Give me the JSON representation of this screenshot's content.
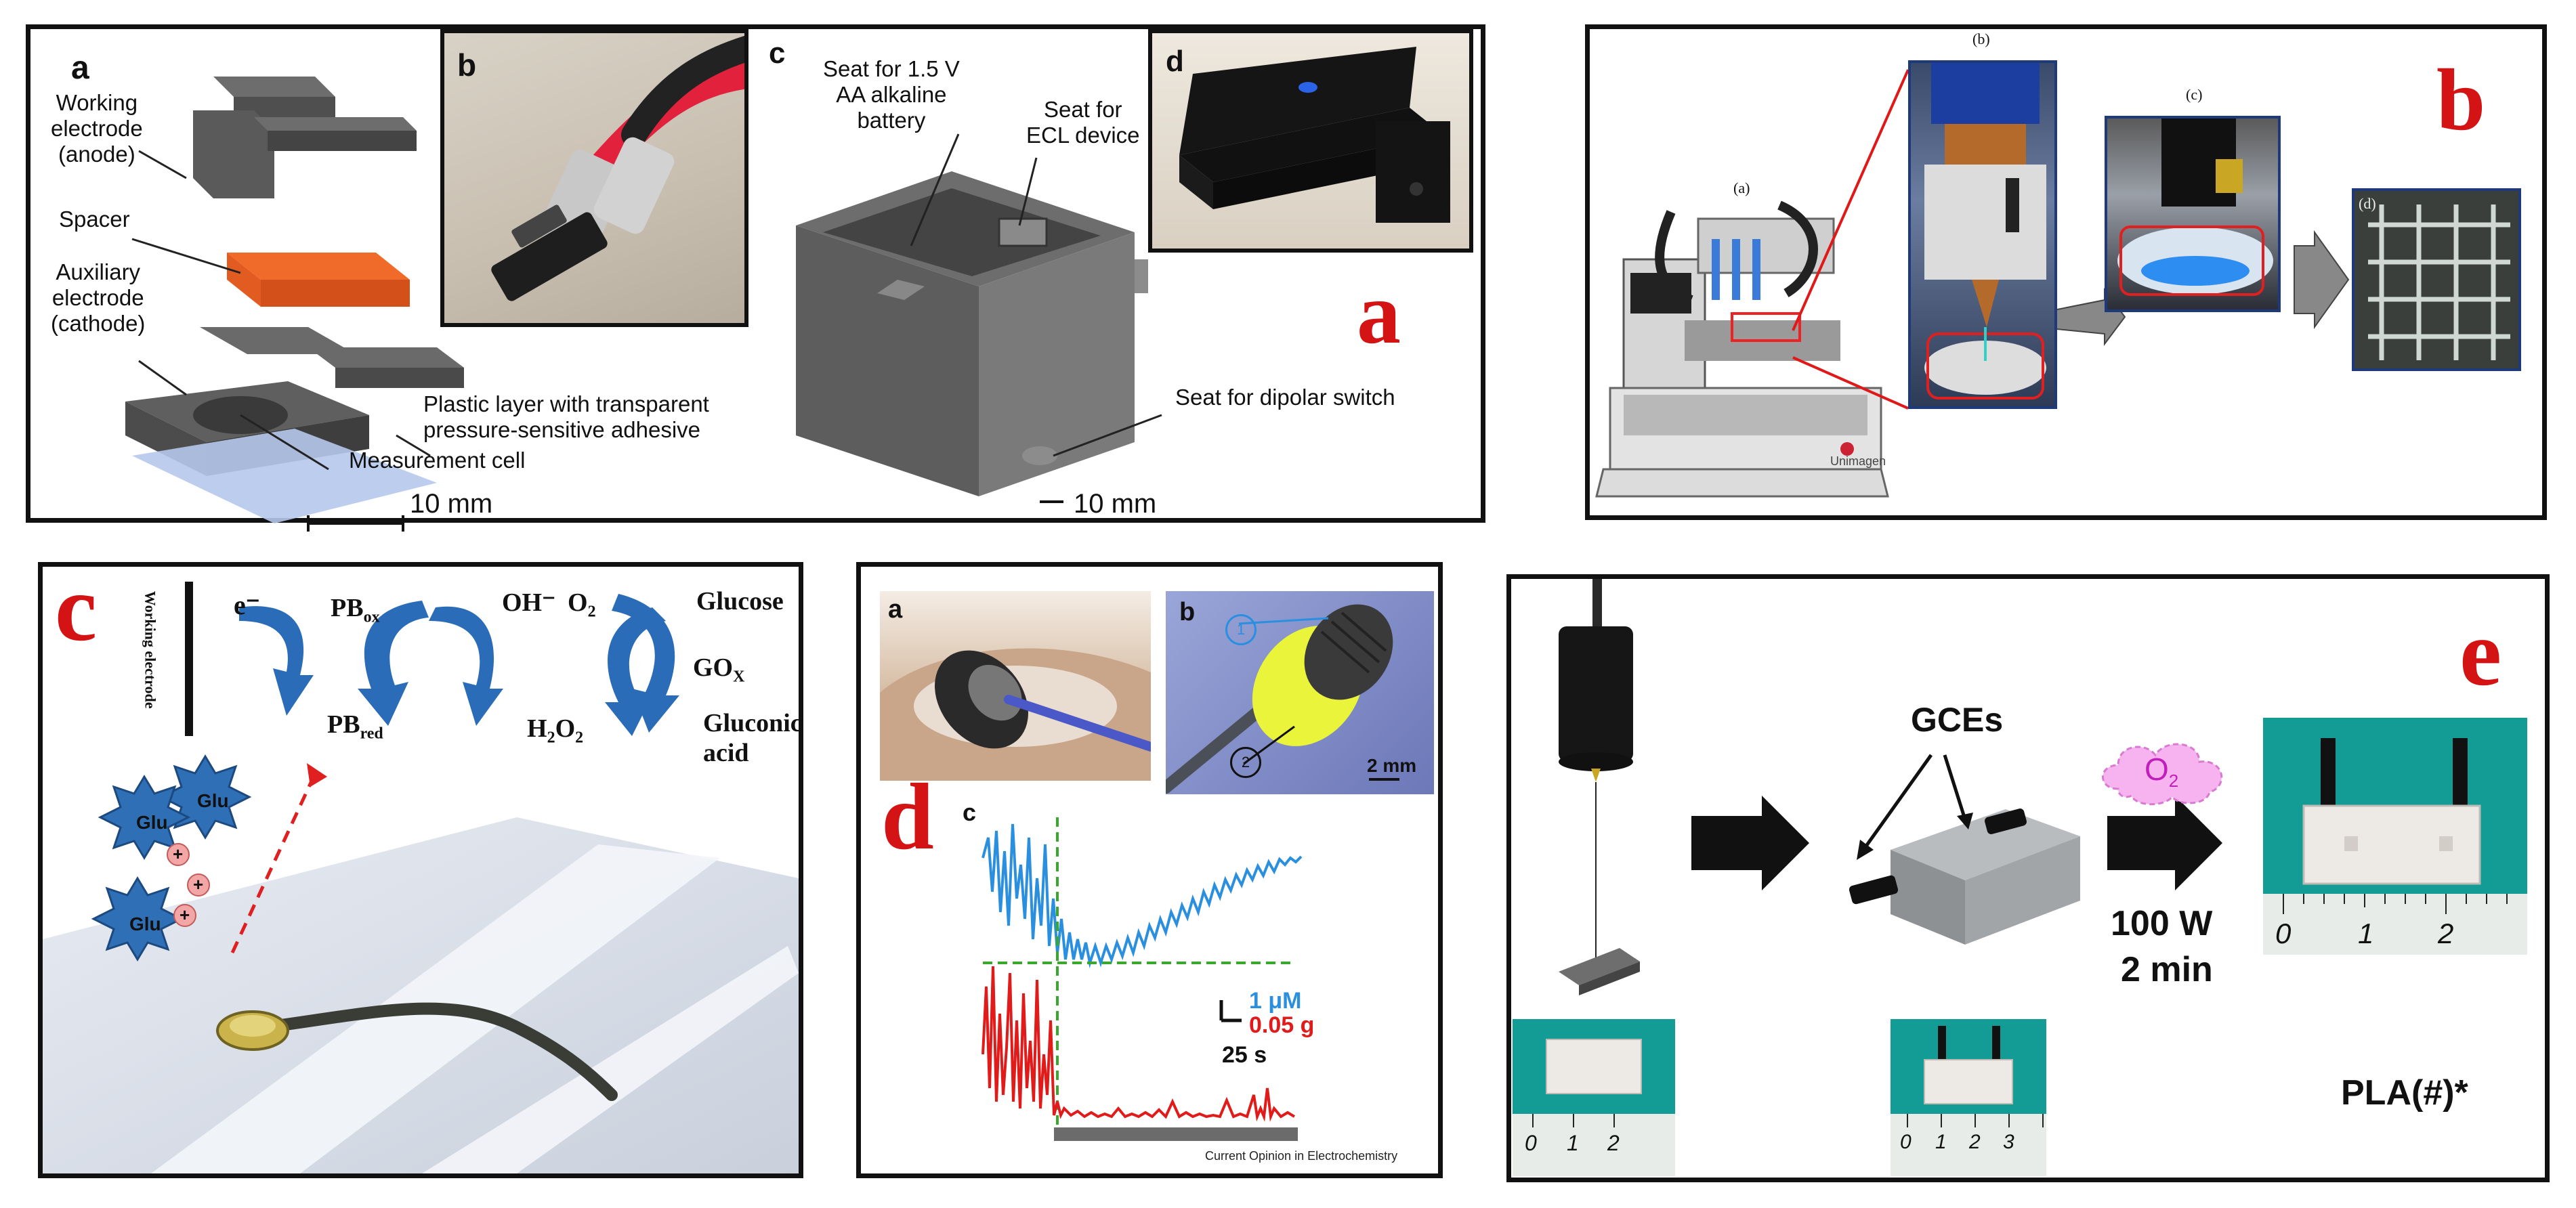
{
  "panel_a": {
    "letter": "a",
    "subs": {
      "a": "a",
      "b": "b",
      "c": "c",
      "d": "d"
    },
    "labels": {
      "working": "Working\nelectrode\n(anode)",
      "spacer": "Spacer",
      "auxiliary": "Auxiliary\nelectrode\n(cathode)",
      "plastic": "Plastic layer with transparent\npressure-sensitive adhesive",
      "cell": "Measurement cell",
      "scale1": "10 mm",
      "battery": "Seat for 1.5 V\nAA alkaline\nbattery",
      "ecl": "Seat for\nECL device",
      "dipolar": "Seat for dipolar switch",
      "scale2": "10 mm"
    }
  },
  "panel_b": {
    "letter": "b",
    "subs": {
      "a": "(a)",
      "b": "(b)",
      "c": "(c)",
      "d": "(d)"
    },
    "brand": "Unimagen"
  },
  "panel_c": {
    "letter": "c",
    "electrode_label": "Working electrode",
    "e": "e⁻",
    "pbox": "PB",
    "pbox_sub": "ox",
    "pbred": "PB",
    "pbred_sub": "red",
    "oh": "OH⁻",
    "o2": "O",
    "o2_sub": "2",
    "h2o2": "H",
    "h2o2_mid": "2",
    "h2o2_o": "O",
    "h2o2_sub": "2",
    "glucose": "Glucose",
    "gox": "GO",
    "gox_sub": "X",
    "gluconic": "Gluconic\nacid",
    "glu": "Glu",
    "plus": "+"
  },
  "panel_d": {
    "letter": "d",
    "subs": {
      "a": "a",
      "b": "b",
      "c": "c"
    },
    "circle1": "1",
    "circle2": "2",
    "scale": "2 mm",
    "scale_conc": "1 μM",
    "scale_force": "0.05 g",
    "scale_time": "25 s",
    "credit": "Current Opinion in Electrochemistry",
    "colors": {
      "blue": "#2b8fe0",
      "red": "#e11a1a",
      "green": "#3aa82c"
    }
  },
  "panel_e": {
    "letter": "e",
    "gces": "GCEs",
    "o2": "O",
    "o2_sub": "2",
    "power": "100 W",
    "time": "2 min",
    "ruler": [
      "0",
      "1",
      "2"
    ],
    "ruler_small": [
      "0",
      "1",
      "2",
      "3"
    ],
    "ruler_small2": [
      "0",
      "1",
      "2"
    ],
    "sample": "PLA(#)*"
  }
}
